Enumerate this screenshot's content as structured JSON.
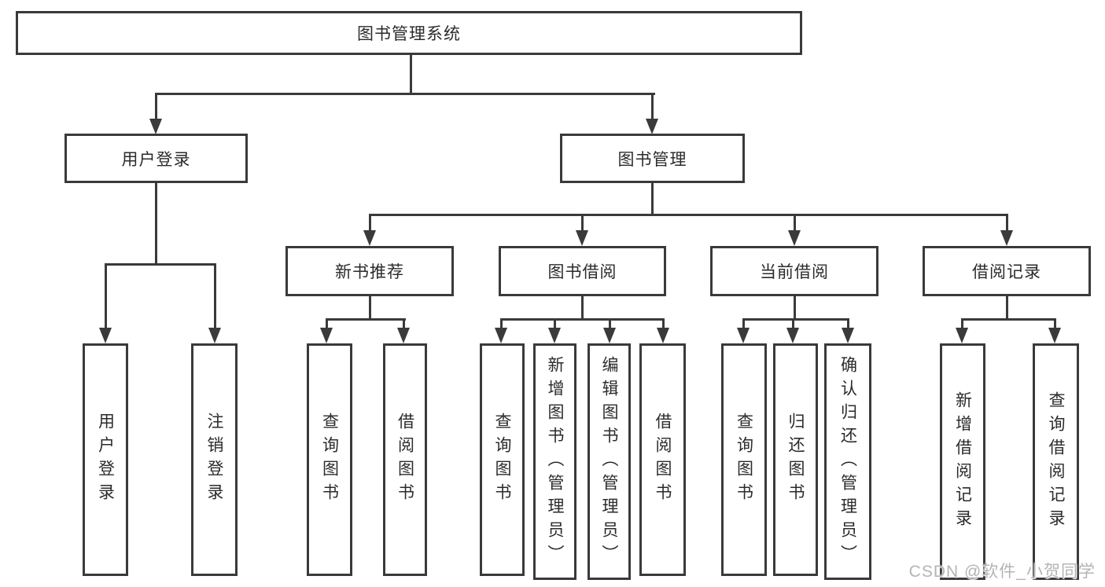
{
  "tree": {
    "root": "图书管理系统",
    "user_login": {
      "label": "用户登录",
      "children": [
        "用户登录",
        "注销登录"
      ]
    },
    "book_mgmt": {
      "label": "图书管理",
      "children": [
        {
          "label": "新书推荐",
          "children": [
            "查询图书",
            "借阅图书"
          ]
        },
        {
          "label": "图书借阅",
          "children": [
            "查询图书",
            "新增图书（管理员）",
            "编辑图书（管理员）",
            "借阅图书"
          ]
        },
        {
          "label": "当前借阅",
          "children": [
            "查询图书",
            "归还图书",
            "确认归还（管理员）"
          ]
        },
        {
          "label": "借阅记录",
          "children": [
            "新增借阅记录",
            "查询借阅记录"
          ]
        }
      ]
    }
  },
  "watermark": "CSDN @软件_小贺同学",
  "colors": {
    "line": "#3a3a3a",
    "text": "#2b2b2b",
    "watermark": "#b4b4b4",
    "background": "#ffffff"
  }
}
